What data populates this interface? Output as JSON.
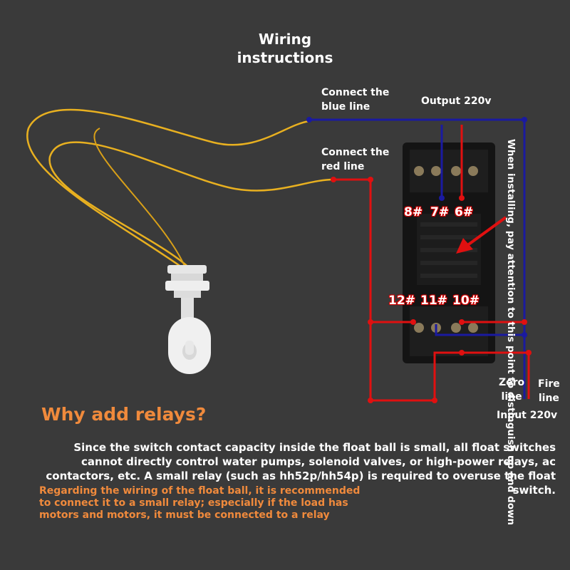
{
  "title_line1": "Wiring",
  "title_line2": "instructions",
  "labels": {
    "connect_blue_line1": "Connect the",
    "connect_blue_line2": "blue line",
    "connect_red_line1": "Connect the",
    "connect_red_line2": "red line",
    "output": "Output 220v",
    "install_note": "When installing, pay attention to this point to distinguish up and down",
    "zero_line1": "Zero",
    "zero_line2": "line",
    "fire_line1": "Fire",
    "fire_line2": "line",
    "input": "Input 220v"
  },
  "pins": {
    "p8": "8#",
    "p7": "7#",
    "p6": "6#",
    "p12": "12#",
    "p11": "11#",
    "p10": "10#"
  },
  "why": {
    "heading": "Why add relays?",
    "paragraph": "Since the switch contact capacity inside the float ball is small, all float switches cannot directly control water pumps, solenoid valves, or high-power relays, ac contactors, etc. A small relay (such as hh52p/hh54p) is required to overuse the float switch.",
    "recommendation": "Regarding the wiring of the float ball, it is recommended to connect it to a small relay; especially if the load has motors and motors, it must be connected to a relay"
  },
  "colors": {
    "background": "#3a3a3a",
    "blue_wire": "#1a1aa0",
    "red_wire": "#e01010",
    "yellow_wire": "#e8b020",
    "relay_base": "#141414",
    "orange_text": "#f08a3c"
  }
}
